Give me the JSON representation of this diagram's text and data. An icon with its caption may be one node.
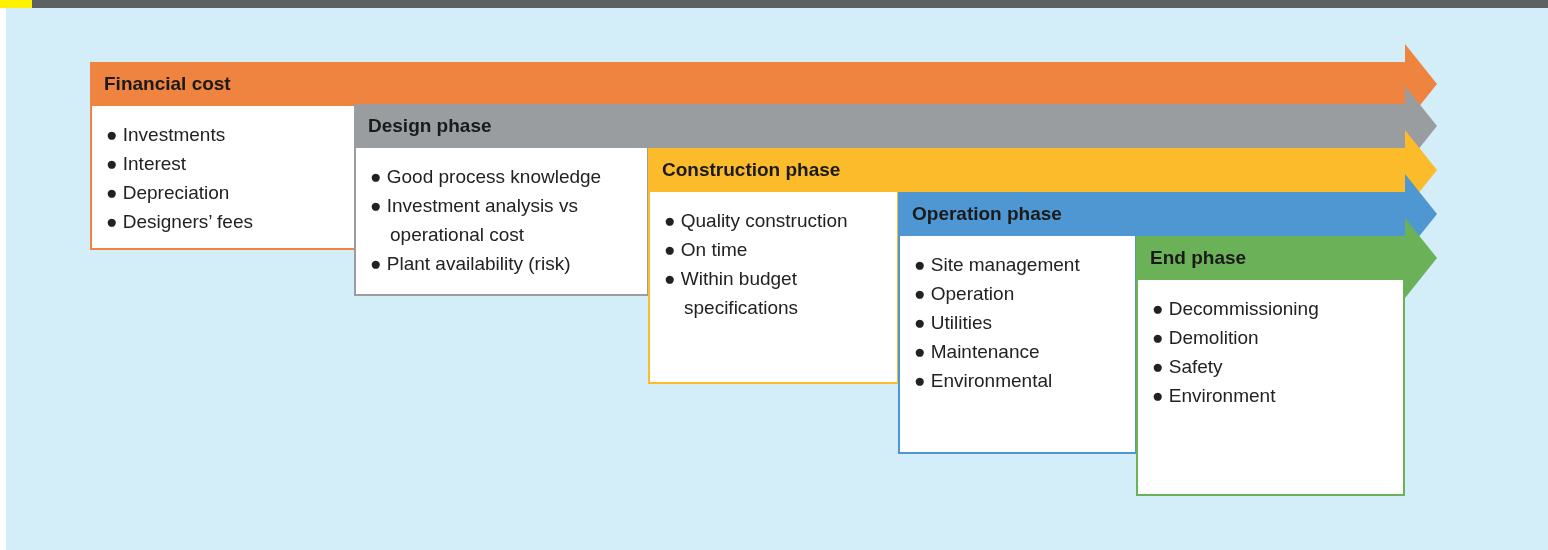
{
  "diagram": {
    "nodes": [
      {
        "text": [
          "Financial cost"
        ]
      },
      {
        "text": [
          "● Investments",
          "● Interest",
          "● Depreciation",
          "● Designers’ fees"
        ]
      },
      {
        "text": [
          "Design phase"
        ]
      },
      {
        "text": [
          "● Good process knowledge",
          "● Investment analysis vs operational cost",
          "● Plant availability (risk)"
        ]
      },
      {
        "text": [
          "Construction phase"
        ]
      },
      {
        "text": [
          "● Quality construction",
          "● On time",
          "● Within budget specifications"
        ]
      },
      {
        "text": [
          "Operation phase"
        ]
      },
      {
        "text": [
          "● Site management",
          "● Operation",
          "● Utilities",
          "● Maintenance",
          "● Environmental"
        ]
      },
      {
        "text": [
          "End phase"
        ]
      },
      {
        "text": [
          "● Decommissioning",
          "● Demolition",
          "● Safety",
          "● Environment"
        ]
      }
    ]
  }
}
